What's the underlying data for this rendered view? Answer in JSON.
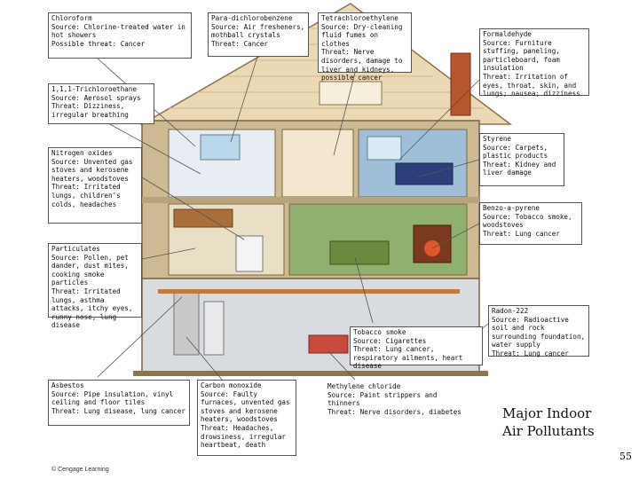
{
  "callouts": {
    "chloroform": "Chloroform\nSource: Chlorine-treated water in hot showers\nPossible threat: Cancer",
    "paradichlorobenzene": "Para-dichlorobenzene\nSource: Air fresheners, mothball crystals\nThreat: Cancer",
    "tetrachloroethylene": "Tetrachloroethylene\nSource: Dry-cleaning fluid fumes on clothes\nThreat: Nerve disorders, damage to liver and kidneys, possible cancer",
    "formaldehyde": "Formaldehyde\nSource: Furniture stuffing, paneling, particleboard, foam insulation\nThreat: Irritation of eyes, throat, skin, and lungs; nausea; dizziness",
    "trichloroethane": "1,1,1-Trichloroethane\nSource: Aerosol sprays\nThreat: Dizziness, irregular breathing",
    "styrene": "Styrene\nSource: Carpets, plastic products\nThreat: Kidney and liver damage",
    "nitrogen_oxides": "Nitrogen oxides\nSource: Unvented gas stoves and kerosene heaters, woodstoves\nThreat: Irritated lungs, children's colds, headaches",
    "benzo_a_pyrene": "Benzo-a-pyrene\nSource: Tobacco smoke, woodstoves\nThreat: Lung cancer",
    "particulates": "Particulates\nSource: Pollen, pet dander, dust mites, cooking smoke particles\nThreat: Irritated lungs, asthma attacks, itchy eyes, runny nose, lung disease",
    "radon": "Radon-222\nSource: Radioactive soil and rock surrounding foundation, water supply\nThreat: Lung cancer",
    "tobacco_smoke": "Tobacco smoke\nSource: Cigarettes\nThreat: Lung cancer, respiratory ailments, heart disease",
    "asbestos": "Asbestos\nSource: Pipe insulation, vinyl ceiling and floor tiles\nThreat: Lung disease, lung cancer",
    "carbon_monoxide": "Carbon monoxide\nSource: Faulty furnaces, unvented gas stoves and kerosene heaters, woodstoves\nThreat: Headaches, drowsiness, irregular heartbeat, death",
    "methylene_chloride": "Methylene chloride\nSource: Paint strippers and thinners\nThreat: Nerve disorders, diabetes"
  },
  "title": "Major Indoor\nAir Pollutants",
  "page_number": "55",
  "credit": "© Cengage Learning",
  "colors": {
    "siding": "#cdb992",
    "roof": "#ead9b4",
    "basement": "#d8dbe0",
    "leader": "#555555"
  }
}
